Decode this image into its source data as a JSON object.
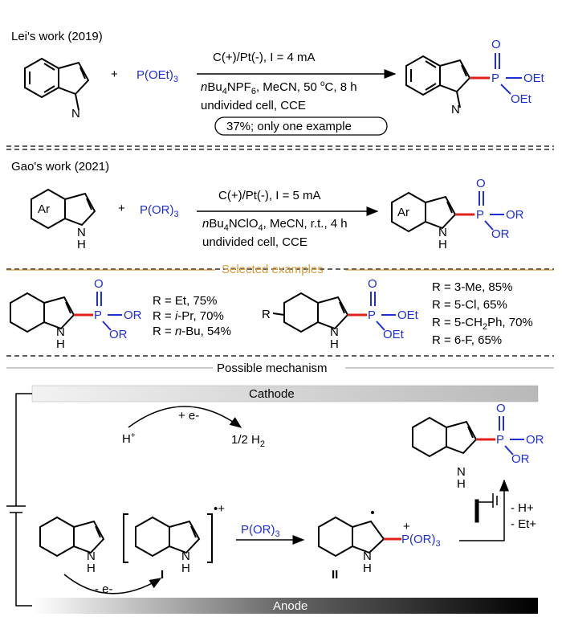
{
  "section1": {
    "title": "Lei's work (2019)",
    "plus": "+",
    "reagent": "P(OEt)3",
    "conditions": [
      "C(+)/Pt(-), I = 4 mA",
      "nBu4NPF6, MeCN, 50 oC, 8 h",
      "undivided cell, CCE"
    ],
    "yield_note": "37%; only one example",
    "product_groups": [
      "P",
      "O",
      "OEt",
      "OEt",
      "N"
    ]
  },
  "section2": {
    "title": "Gao's work (2021)",
    "plus": "+",
    "reagent": "P(OR)3",
    "ar_label": "Ar",
    "conditions": [
      "C(+)/Pt(-), I = 5 mA",
      "nBu4NClO4, MeCN, r.t., 4 h",
      "undivided cell, CCE"
    ],
    "product_groups": [
      "P",
      "O",
      "OR",
      "OR",
      "N",
      "H"
    ]
  },
  "selected": {
    "heading": "Selected examples",
    "list1": [
      "R = Et, 75%",
      "R = i-Pr, 70%",
      "R = n-Bu, 54%"
    ],
    "list2": [
      "R = 3-Me, 85%",
      "R = 5-Cl, 65%",
      "R = 5-CH2Ph, 70%",
      "R = 6-F, 65%"
    ],
    "r_label": "R"
  },
  "mechanism": {
    "heading": "Possible mechanism",
    "cathode": "Cathode",
    "anode": "Anode",
    "h_plus": "H+",
    "plus_e": "+  e-",
    "half_h2": "1/2 H2",
    "minus_e": "-  e-",
    "radical_cation": "•+",
    "intermediate_I": "I",
    "intermediate_II": "II",
    "reagent": "P(OR)3",
    "p_plus": "+",
    "deprot": [
      "- H+",
      "- Et+"
    ],
    "nh": "N",
    "h": "H"
  },
  "colors": {
    "red_bond": "#e0201b",
    "blue": "#1f2fd6",
    "orange": "#d89a3c"
  }
}
